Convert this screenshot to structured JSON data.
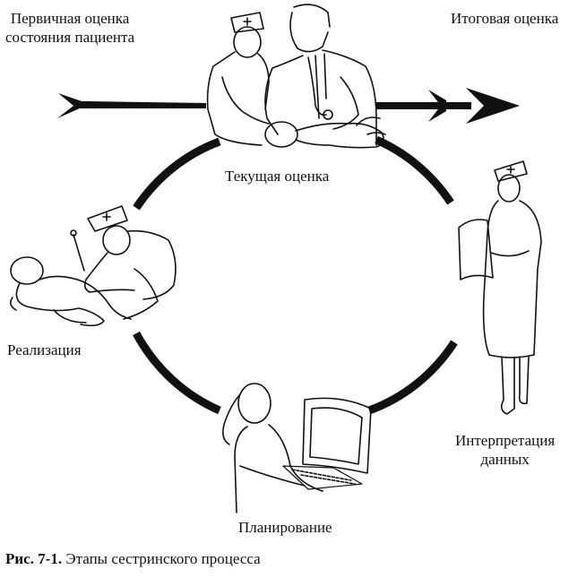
{
  "labels": {
    "initial_assessment": [
      "Первичная оценка",
      "состояния пациента"
    ],
    "final_assessment": "Итоговая оценка",
    "current_assessment": "Текущая оценка",
    "implementation": "Реализация",
    "interpretation": [
      "Интерпретация",
      "данных"
    ],
    "planning": "Планирование"
  },
  "caption": {
    "prefix": "Рис. 7-1.",
    "text": " Этапы сестринского процесса"
  },
  "colors": {
    "ink": "#111111",
    "background": "#ffffff"
  }
}
